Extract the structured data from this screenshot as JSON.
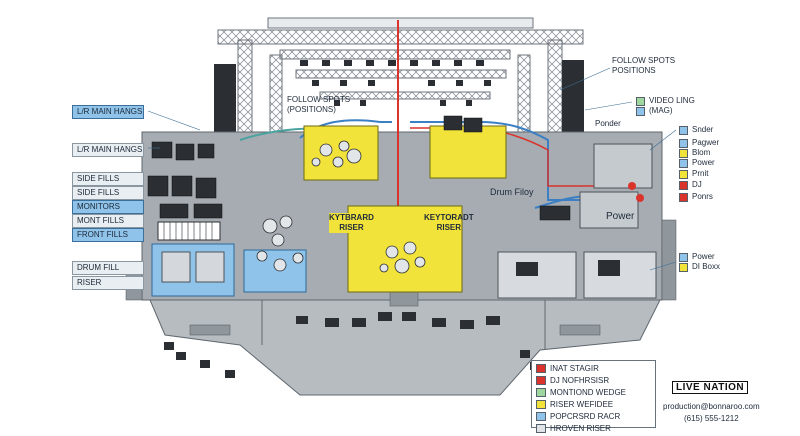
{
  "left_tags": [
    {
      "text": "L/R MAIN HANGS",
      "style": "blue"
    },
    {
      "text": "L/R MAIN HANGS",
      "style": "blue"
    },
    {
      "text": "SIDE FILLS",
      "style": "grey"
    },
    {
      "text": "SIDE FILLS",
      "style": "grey"
    },
    {
      "text": "MONITORS",
      "style": "blue"
    },
    {
      "text": "MONT FILLS",
      "style": "grey"
    },
    {
      "text": "FRONT FILLS",
      "style": "blue"
    },
    {
      "text": "DRUM FILL",
      "style": "grey"
    },
    {
      "text": "RISER",
      "style": "grey"
    }
  ],
  "top_labels": {
    "follow_spots_left": "FOLLOW SPOTS\n(POSITIONS)",
    "follow_spots_right": "FOLLOW SPOTS\nPOSITIONS",
    "video_line1": "VIDEO LING",
    "video_line2": "(MAG)",
    "ponder": "Ponder",
    "drum_filoy": "Drum Filoy",
    "power_mid": "Power"
  },
  "right_legend_top": [
    {
      "text": "Snder",
      "color": "#8fc3ea"
    },
    {
      "text": "Pagwer",
      "color": "#8fc3ea"
    },
    {
      "text": "Blom",
      "color": "#f2e33a"
    },
    {
      "text": "Power",
      "color": "#8fc3ea"
    },
    {
      "text": "Prnit",
      "color": "#f2e33a"
    },
    {
      "text": "DJ",
      "color": "#d9332b"
    },
    {
      "text": "Ponrs",
      "color": "#d9332b"
    }
  ],
  "right_legend_video": [
    {
      "text": "VIDEO LING",
      "color": "#9fd89f"
    },
    {
      "text": "(MAG)",
      "color": "#8fc3ea"
    }
  ],
  "right_legend_bottom": [
    {
      "text": "Power",
      "color": "#8fc3ea"
    },
    {
      "text": "DI Boxx",
      "color": "#f2e33a"
    }
  ],
  "risers": {
    "keyboard_left": "KYTBRARD\nRISER",
    "keyboard_right": "KEYTORADT\nRISER"
  },
  "legend": [
    {
      "text": "INAT STAGIR",
      "color": "#d9332b"
    },
    {
      "text": "DJ NOFHRSISR",
      "color": "#d9332b"
    },
    {
      "text": "MONTIOND WEDGE",
      "color": "#9fd89f"
    },
    {
      "text": "RISER WEFIDEE",
      "color": "#f2e33a"
    },
    {
      "text": "POPCRSRD RACR",
      "color": "#8fc3ea"
    },
    {
      "text": "HROVEN RISER",
      "color": "#e0e4e8"
    }
  ],
  "brand": "LIVE NATION",
  "contact": {
    "email": "production@bonnaroo.com",
    "phone": "(615) 555-1212"
  },
  "colors": {
    "stage": "#a6acb2",
    "riser_yellow": "#f2e33a",
    "monitor_blue": "#8fc3ea",
    "truss": "#6c747c"
  }
}
